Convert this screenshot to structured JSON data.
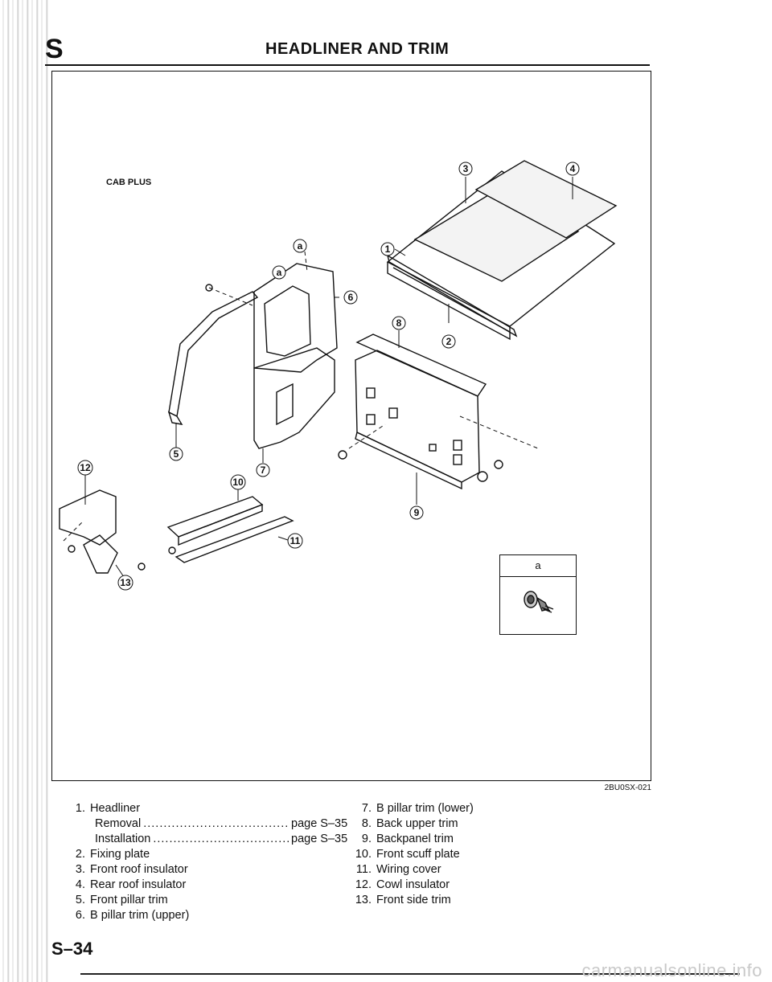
{
  "header": {
    "section_mark": "S",
    "title": "HEADLINER AND TRIM"
  },
  "figure": {
    "variant_label": "CAB PLUS",
    "figure_code": "2BU0SX-021",
    "callouts": [
      "1",
      "2",
      "3",
      "4",
      "5",
      "6",
      "7",
      "8",
      "9",
      "10",
      "11",
      "12",
      "13"
    ],
    "detail_letter": "a",
    "inset_label": "a"
  },
  "parts_list": {
    "column1": [
      {
        "num": "1.",
        "name": "Headliner"
      },
      {
        "num": "2.",
        "name": "Fixing plate"
      },
      {
        "num": "3.",
        "name": "Front roof insulator"
      },
      {
        "num": "4.",
        "name": "Rear roof insulator"
      },
      {
        "num": "5.",
        "name": "Front pillar trim"
      },
      {
        "num": "6.",
        "name": "B pillar trim (upper)"
      }
    ],
    "headliner_refs": [
      {
        "label": "Removal",
        "ref": "page S–35"
      },
      {
        "label": "Installation",
        "ref": "page S–35"
      }
    ],
    "column2": [
      {
        "num": "7.",
        "name": "B pillar trim (lower)"
      },
      {
        "num": "8.",
        "name": "Back upper trim"
      },
      {
        "num": "9.",
        "name": "Backpanel trim"
      },
      {
        "num": "10.",
        "name": "Front scuff plate"
      },
      {
        "num": "11.",
        "name": "Wiring cover"
      },
      {
        "num": "12.",
        "name": "Cowl insulator"
      },
      {
        "num": "13.",
        "name": "Front side trim"
      }
    ]
  },
  "footer": {
    "page_number": "S–34",
    "watermark": "carmanualsonline.info"
  }
}
